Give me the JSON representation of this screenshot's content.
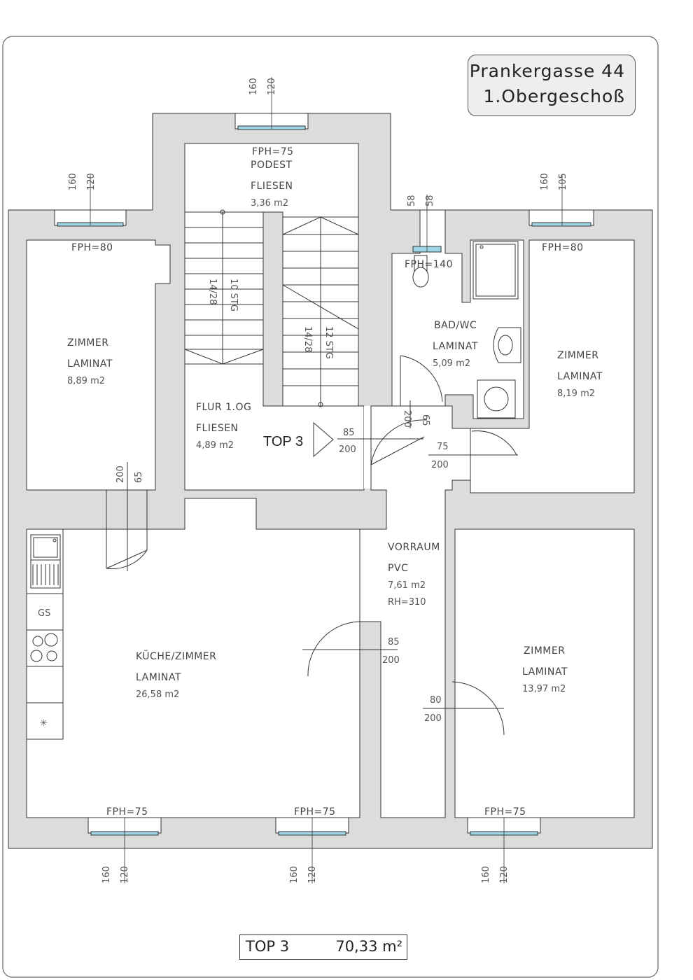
{
  "title": {
    "street": "Prankergasse 44",
    "floor": "1.Obergeschoß"
  },
  "total": {
    "unit": "TOP 3",
    "area": "70,33 m²"
  },
  "unit_marker": "TOP 3",
  "rooms": {
    "zimmer_nw": {
      "name": "ZIMMER",
      "floor": "LAMINAT",
      "area": "8,89 m2"
    },
    "podest": {
      "fph": "FPH=75",
      "name": "PODEST",
      "floor": "FLIESEN",
      "area": "3,36 m2"
    },
    "flur": {
      "name": "FLUR 1.OG",
      "floor": "FLIESEN",
      "area": "4,89 m2"
    },
    "bad": {
      "fph": "FPH=140",
      "name": "BAD/WC",
      "floor": "LAMINAT",
      "area": "5,09 m2"
    },
    "zimmer_ne": {
      "name": "ZIMMER",
      "floor": "LAMINAT",
      "area": "8,19 m2"
    },
    "vorraum": {
      "name": "VORRAUM",
      "floor": "PVC",
      "area": "7,61 m2",
      "rh": "RH=310"
    },
    "kueche": {
      "name": "KÜCHE/ZIMMER",
      "floor": "LAMINAT",
      "area": "26,58 m2"
    },
    "zimmer_se": {
      "name": "ZIMMER",
      "floor": "LAMINAT",
      "area": "13,97 m2"
    }
  },
  "stairs": {
    "left": {
      "steps": "10 STG",
      "ratio": "14/28"
    },
    "right": {
      "steps": "12 STG",
      "ratio": "14/28"
    }
  },
  "fph": {
    "nw": "FPH=80",
    "ne": "FPH=80",
    "s1": "FPH=75",
    "s2": "FPH=75",
    "s3": "FPH=75"
  },
  "windows": {
    "top_stair": {
      "a": "160",
      "b": "120"
    },
    "nw": {
      "a": "160",
      "b": "120"
    },
    "bad": {
      "a": "58",
      "b": "58"
    },
    "ne": {
      "a": "160",
      "b": "105"
    },
    "s1": {
      "a": "160",
      "b": "120"
    },
    "s2": {
      "a": "160",
      "b": "120"
    },
    "s3": {
      "a": "160",
      "b": "120"
    }
  },
  "doors": {
    "entry": {
      "w": "85",
      "h": "200"
    },
    "bad": {
      "a": "200",
      "b": "65"
    },
    "zimmer_ne": {
      "w": "75",
      "h": "200"
    },
    "zimmer_nw": {
      "a": "200",
      "b": "65"
    },
    "kueche": {
      "w": "85",
      "h": "200"
    },
    "zimmer_se": {
      "w": "80",
      "h": "200"
    }
  },
  "kitchen": {
    "gs": "GS",
    "freezer": "✳"
  },
  "colors": {
    "wall": "#dcdcdc",
    "line": "#333333",
    "window": "#9fd6e6"
  }
}
